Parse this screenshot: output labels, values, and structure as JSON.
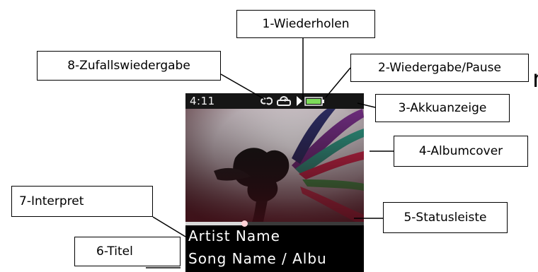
{
  "labels": {
    "repeat": "1-Wiederholen",
    "play_pause": "2-Wiedergabe/Pause",
    "battery": "3-Akkuanzeige",
    "album_cover": "4-Albumcover",
    "status_bar": "5-Statusleiste",
    "title": "6-Titel",
    "artist": "7-Interpret",
    "shuffle": "8-Zufallswiedergabe"
  },
  "edge_text": "n",
  "device": {
    "time": "4:11",
    "artist_name": "Artist Name",
    "song_line": "Song Name / Albu",
    "progress": 0.33,
    "icons": [
      "shuffle-icon",
      "repeat-icon",
      "play-icon",
      "battery-icon"
    ],
    "colors": {
      "battery": "#7ddc5a",
      "progress_knob": "#ffd2d6"
    }
  }
}
